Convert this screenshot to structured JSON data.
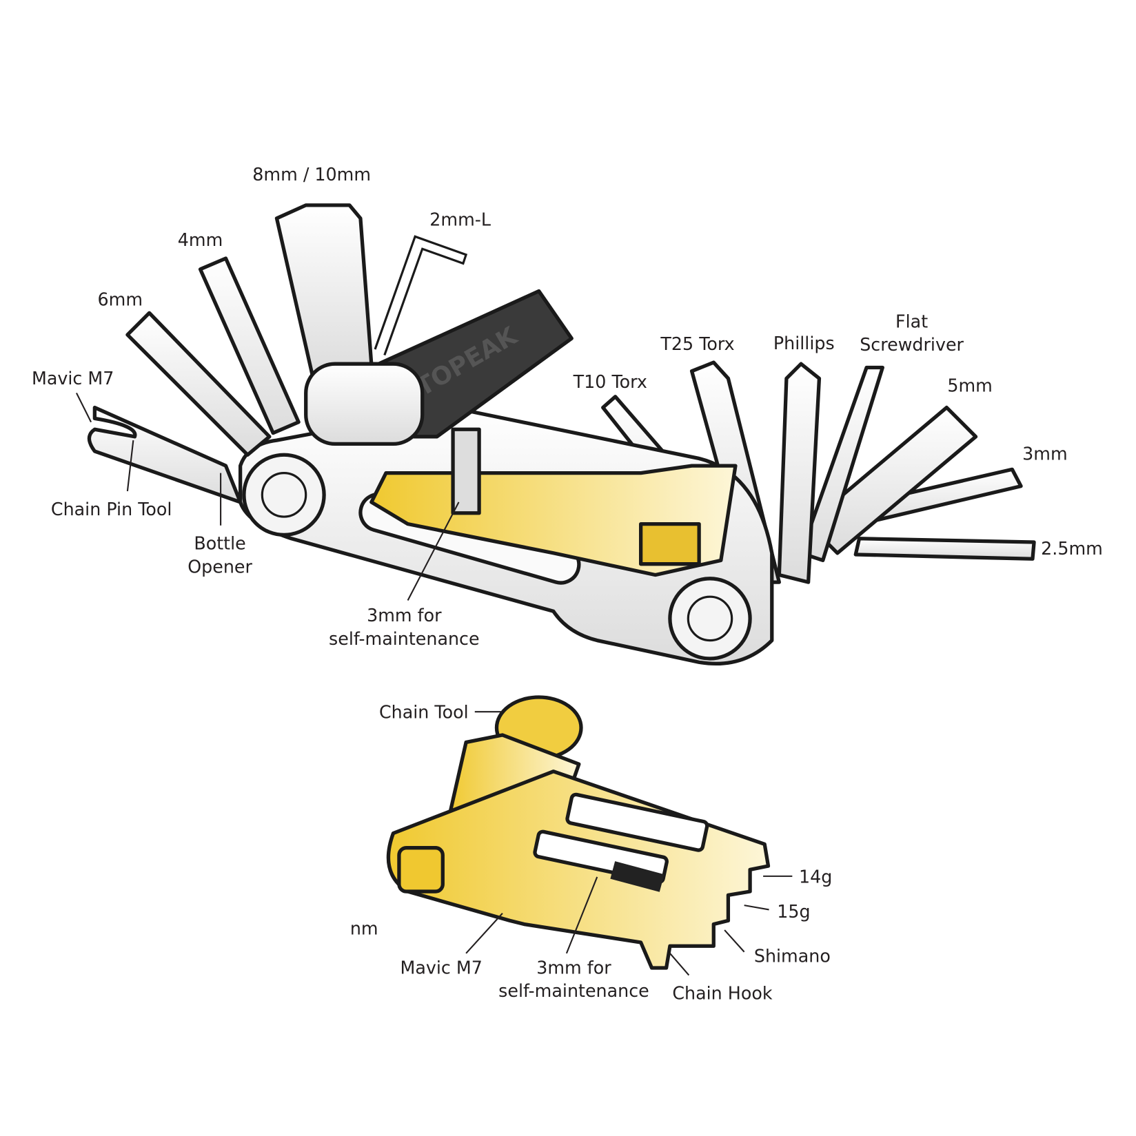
{
  "brand": "TOPEAK",
  "colors": {
    "gold": "#f2cf3a",
    "gold_light": "#fbefb8",
    "silver": "#eeeeee",
    "handle": "#3a3a3a",
    "outline": "#1a1a1a"
  },
  "top_tool": {
    "labels": {
      "hex_8_10": "8mm / 10mm",
      "l_2mm": "2mm-L",
      "hex_4": "4mm",
      "hex_6": "6mm",
      "mavic": "Mavic M7",
      "chain_pin": "Chain Pin Tool",
      "bottle_1": "Bottle",
      "bottle_2": "Opener",
      "self_maint_1": "3mm for",
      "self_maint_2": "self-maintenance",
      "t10": "T10 Torx",
      "t25": "T25 Torx",
      "phillips": "Phillips",
      "flat_1": "Flat",
      "flat_2": "Screwdriver",
      "hex_5": "5mm",
      "hex_3": "3mm",
      "hex_25": "2.5mm"
    }
  },
  "bottom_tool": {
    "labels": {
      "chain_tool": "Chain Tool",
      "g14": "14g",
      "g15": "15g",
      "shimano": "Shimano",
      "chain_hook": "Chain Hook",
      "mavic": "Mavic M7",
      "self_maint_1": "3mm for",
      "self_maint_2": "self-maintenance",
      "cut_nm": "nm"
    }
  }
}
